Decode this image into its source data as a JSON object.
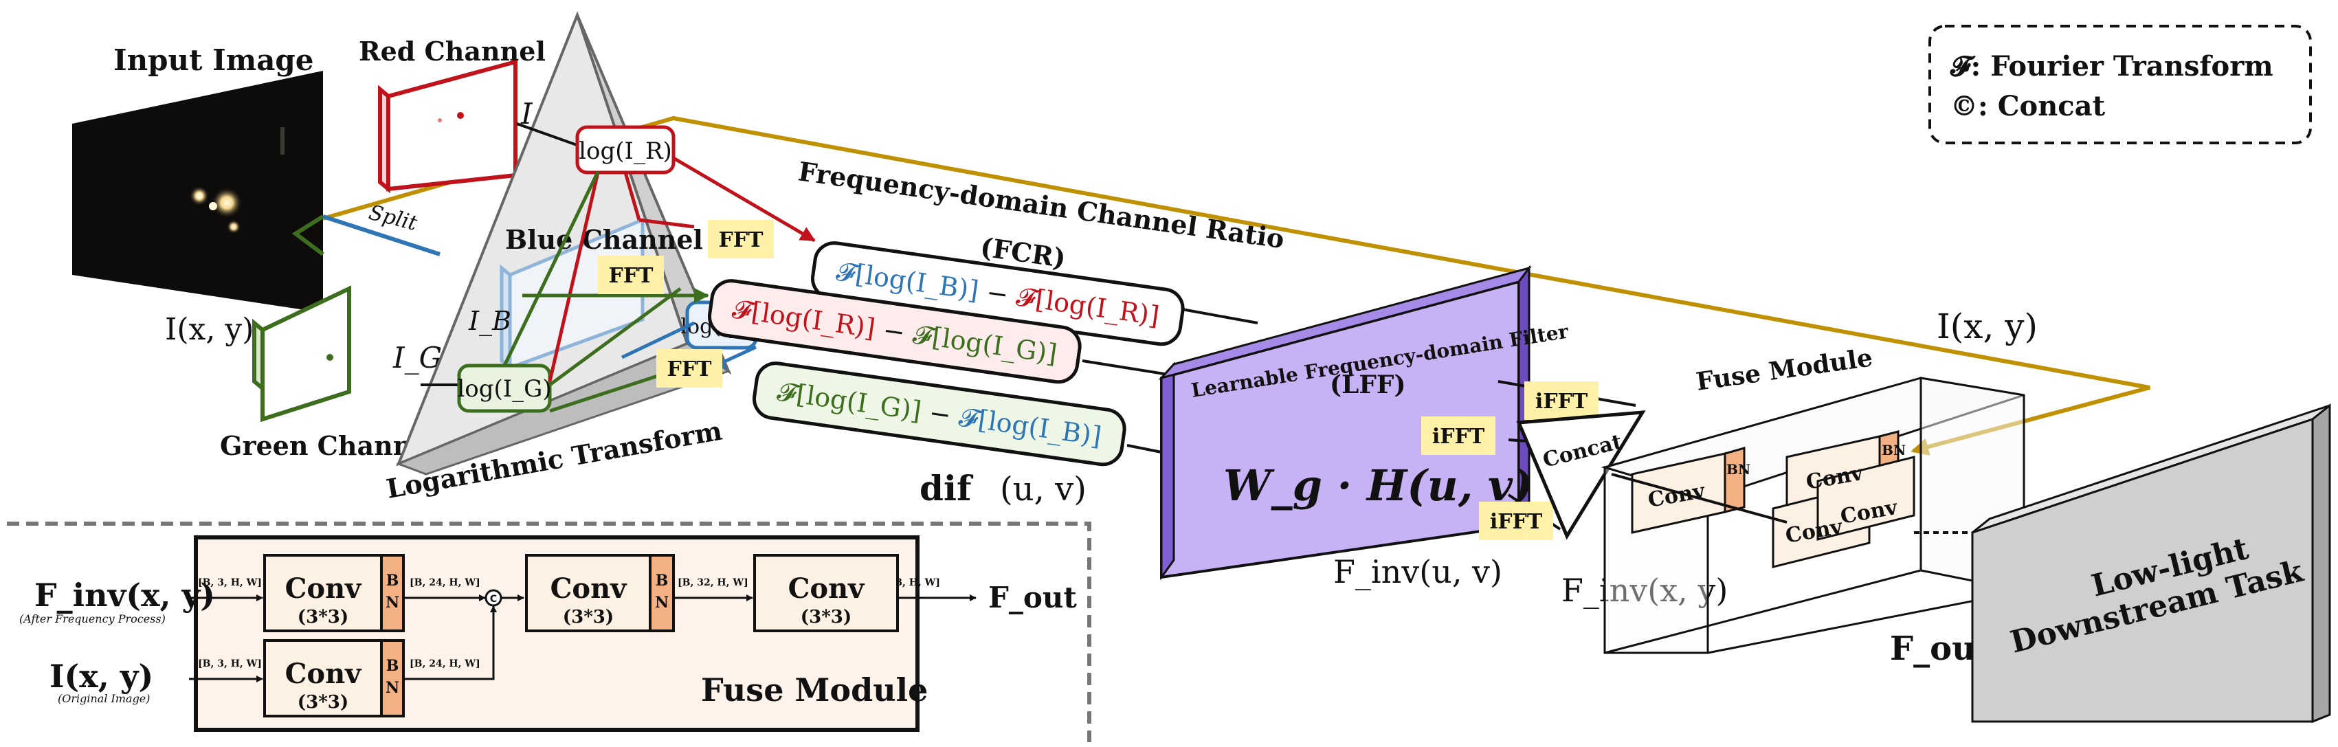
{
  "legend": {
    "fourier": "𝓕: Fourier Transform",
    "concat": "©: Concat"
  },
  "input": {
    "title": "Input Image",
    "coord_label": "I(x, y)",
    "split_label": "Split"
  },
  "channels": {
    "red": "Red Channel",
    "blue": "Blue Channel",
    "green": "Green Channel",
    "i_r": "I_R",
    "i_b": "I_B",
    "i_g": "I_G"
  },
  "log_transform": {
    "title": "Logarithmic Transform",
    "log_r": "log(I_R)",
    "log_b": "log(I_B)",
    "log_g": "log(I_G)"
  },
  "fft_label": "FFT",
  "ifft_label": "iFFT",
  "fcr": {
    "title": "Frequency-domain Channel Ratio",
    "abbr": "(FCR)",
    "ratio_br_a": "𝓕[log(I_B)]",
    "ratio_br_minus": " − ",
    "ratio_br_b": "𝓕[log(I_R)]",
    "ratio_rg_a": "𝓕[log(I_R)]",
    "ratio_rg_minus": " − ",
    "ratio_rg_b": "𝓕[log(I_G)]",
    "ratio_gb_a": "𝓕[log(I_G)]",
    "ratio_gb_minus": " − ",
    "ratio_gb_b": "𝓕[log(I_B)]",
    "dif_label": "dif",
    "dif_args": "(u, v)"
  },
  "lff": {
    "title": "Learnable Frequency-domain Filter",
    "abbr": "(LFF)",
    "formula": "W_g · H(u, v)",
    "f_inv_uv": "F_inv(u, v)"
  },
  "concat_label": "Concat",
  "f_inv_xy": "F_inv(x, y)",
  "i_xy_right": "I(x, y)",
  "fuse_3d": {
    "title": "Fuse Module",
    "conv": "Conv",
    "bn": "BN",
    "f_out": "F_out"
  },
  "downstream": {
    "line1": "Low-light",
    "line2": "Downstream Task"
  },
  "fuse_detail": {
    "title": "Fuse Module",
    "input1_label": "F_inv(x, y)",
    "input1_note": "(After Frequency Process)",
    "input2_label": "I(x, y)",
    "input2_note": "(Original Image)",
    "conv": "Conv",
    "kernel": "(3*3)",
    "bn_b": "B",
    "bn_n": "N",
    "shape_in": "[B, 3, H, W]",
    "shape_24": "[B, 24, H, W]",
    "shape_32": "[B, 32, H, W]",
    "shape_out": "[B, 3, H, W]",
    "concat_symbol": "C",
    "output_label": "F_out"
  },
  "colors": {
    "red": "#c0121a",
    "blue": "#2e75b6",
    "green": "#3c6e1e",
    "gold": "#bf9000",
    "fft_fill": "#fff2a8",
    "lff_front": "#c7b2f5",
    "lff_side": "#7f5fd1",
    "conv_fill": "#fdf1e4",
    "bn_fill": "#f4b183"
  }
}
